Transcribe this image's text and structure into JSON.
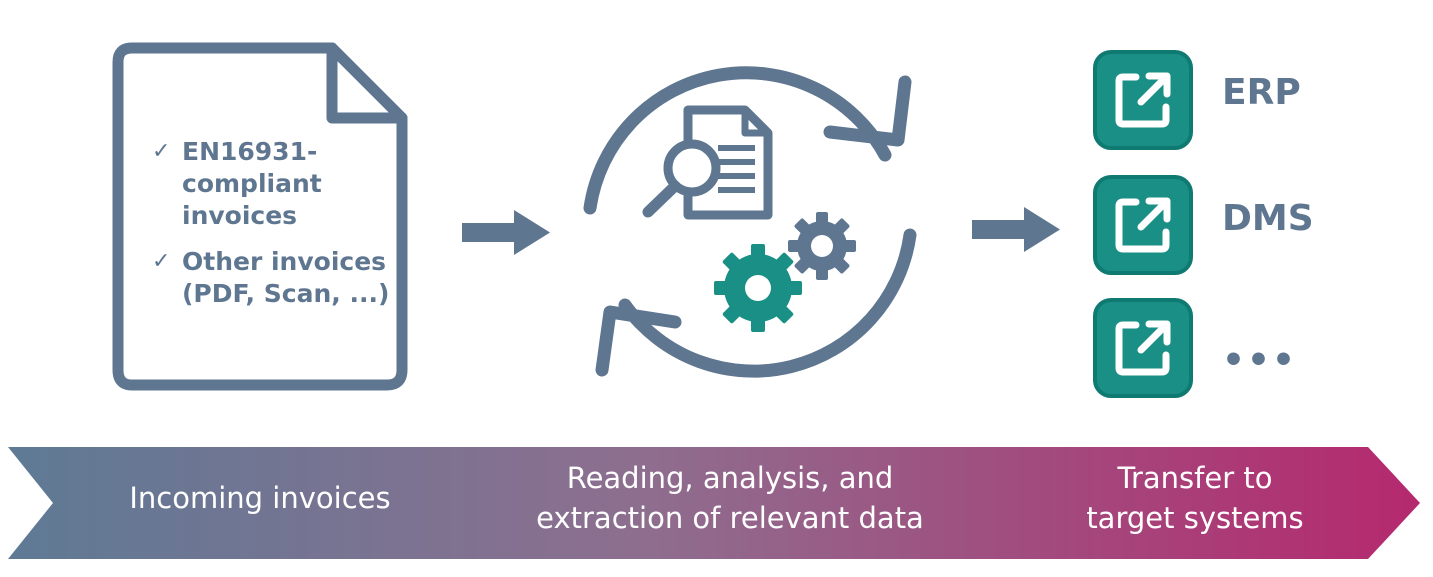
{
  "document": {
    "items": [
      {
        "check_icon": "check-icon",
        "text": "EN16931-compliant invoices",
        "lines": [
          "EN16931-",
          "compliant",
          "invoices"
        ]
      },
      {
        "check_icon": "check-icon",
        "text": "Other invoices (PDF, Scan, ...)",
        "lines": [
          "Other invoices",
          "(PDF, Scan, ...)"
        ]
      }
    ],
    "check_glyph": "✓"
  },
  "targets": [
    {
      "label": "ERP",
      "icon": "external-link-icon"
    },
    {
      "label": "DMS",
      "icon": "external-link-icon"
    },
    {
      "label": "•••",
      "icon": "external-link-icon"
    }
  ],
  "stages": [
    {
      "line1": "Incoming invoices",
      "line2": ""
    },
    {
      "line1": "Reading, analysis, and",
      "line2": "extraction of relevant data"
    },
    {
      "line1": "Transfer to",
      "line2": "target systems"
    }
  ],
  "colors": {
    "slate": "#5e7690",
    "teal": "#1a8f86",
    "teal_dark": "#0e7a72",
    "banner_start": "#5e7a95",
    "banner_end": "#b5296e"
  }
}
